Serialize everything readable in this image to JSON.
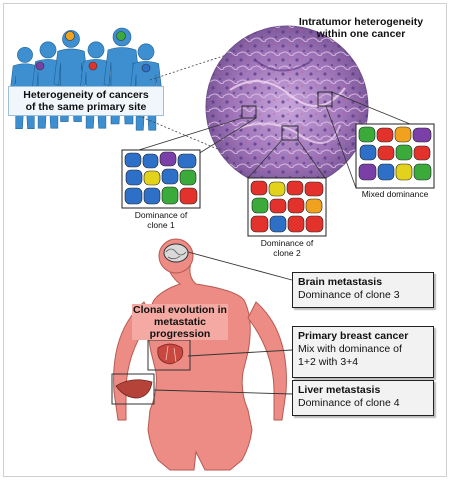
{
  "labels": {
    "heterogeneity_same_site": "Heterogeneity of cancers\nof the same primary site",
    "intratumor": "Intratumor heterogeneity\nwithin one cancer",
    "dominance_clone1": "Dominance of\nclone 1",
    "dominance_clone2": "Dominance of\nclone 2",
    "mixed_dominance": "Mixed dominance",
    "clonal_evolution": "Clonal evolution in\nmetastatic progression"
  },
  "boxes": {
    "brain": {
      "title": "Brain metastasis",
      "text": "Dominance of clone 3"
    },
    "breast": {
      "title": "Primary breast cancer",
      "text": "Mix with dominance of\n1+2 with 3+4"
    },
    "liver": {
      "title": "Liver metastasis",
      "text": "Dominance of clone 4"
    }
  },
  "colors": {
    "people_blue": "#3d8fd0",
    "body_pink": "#ec8c84",
    "tissue_purple": "#9a6fb4",
    "clone_red": "#e2322b",
    "clone_green": "#3aaa3a",
    "clone_purple": "#7b3fa8",
    "clone_blue": "#2e6fc7",
    "clone_orange": "#f0a21e",
    "clone_yellow": "#e3d21c"
  },
  "icons": [
    "human-silhouette-icon",
    "brain-icon",
    "breast-tumor-icon",
    "liver-icon"
  ]
}
